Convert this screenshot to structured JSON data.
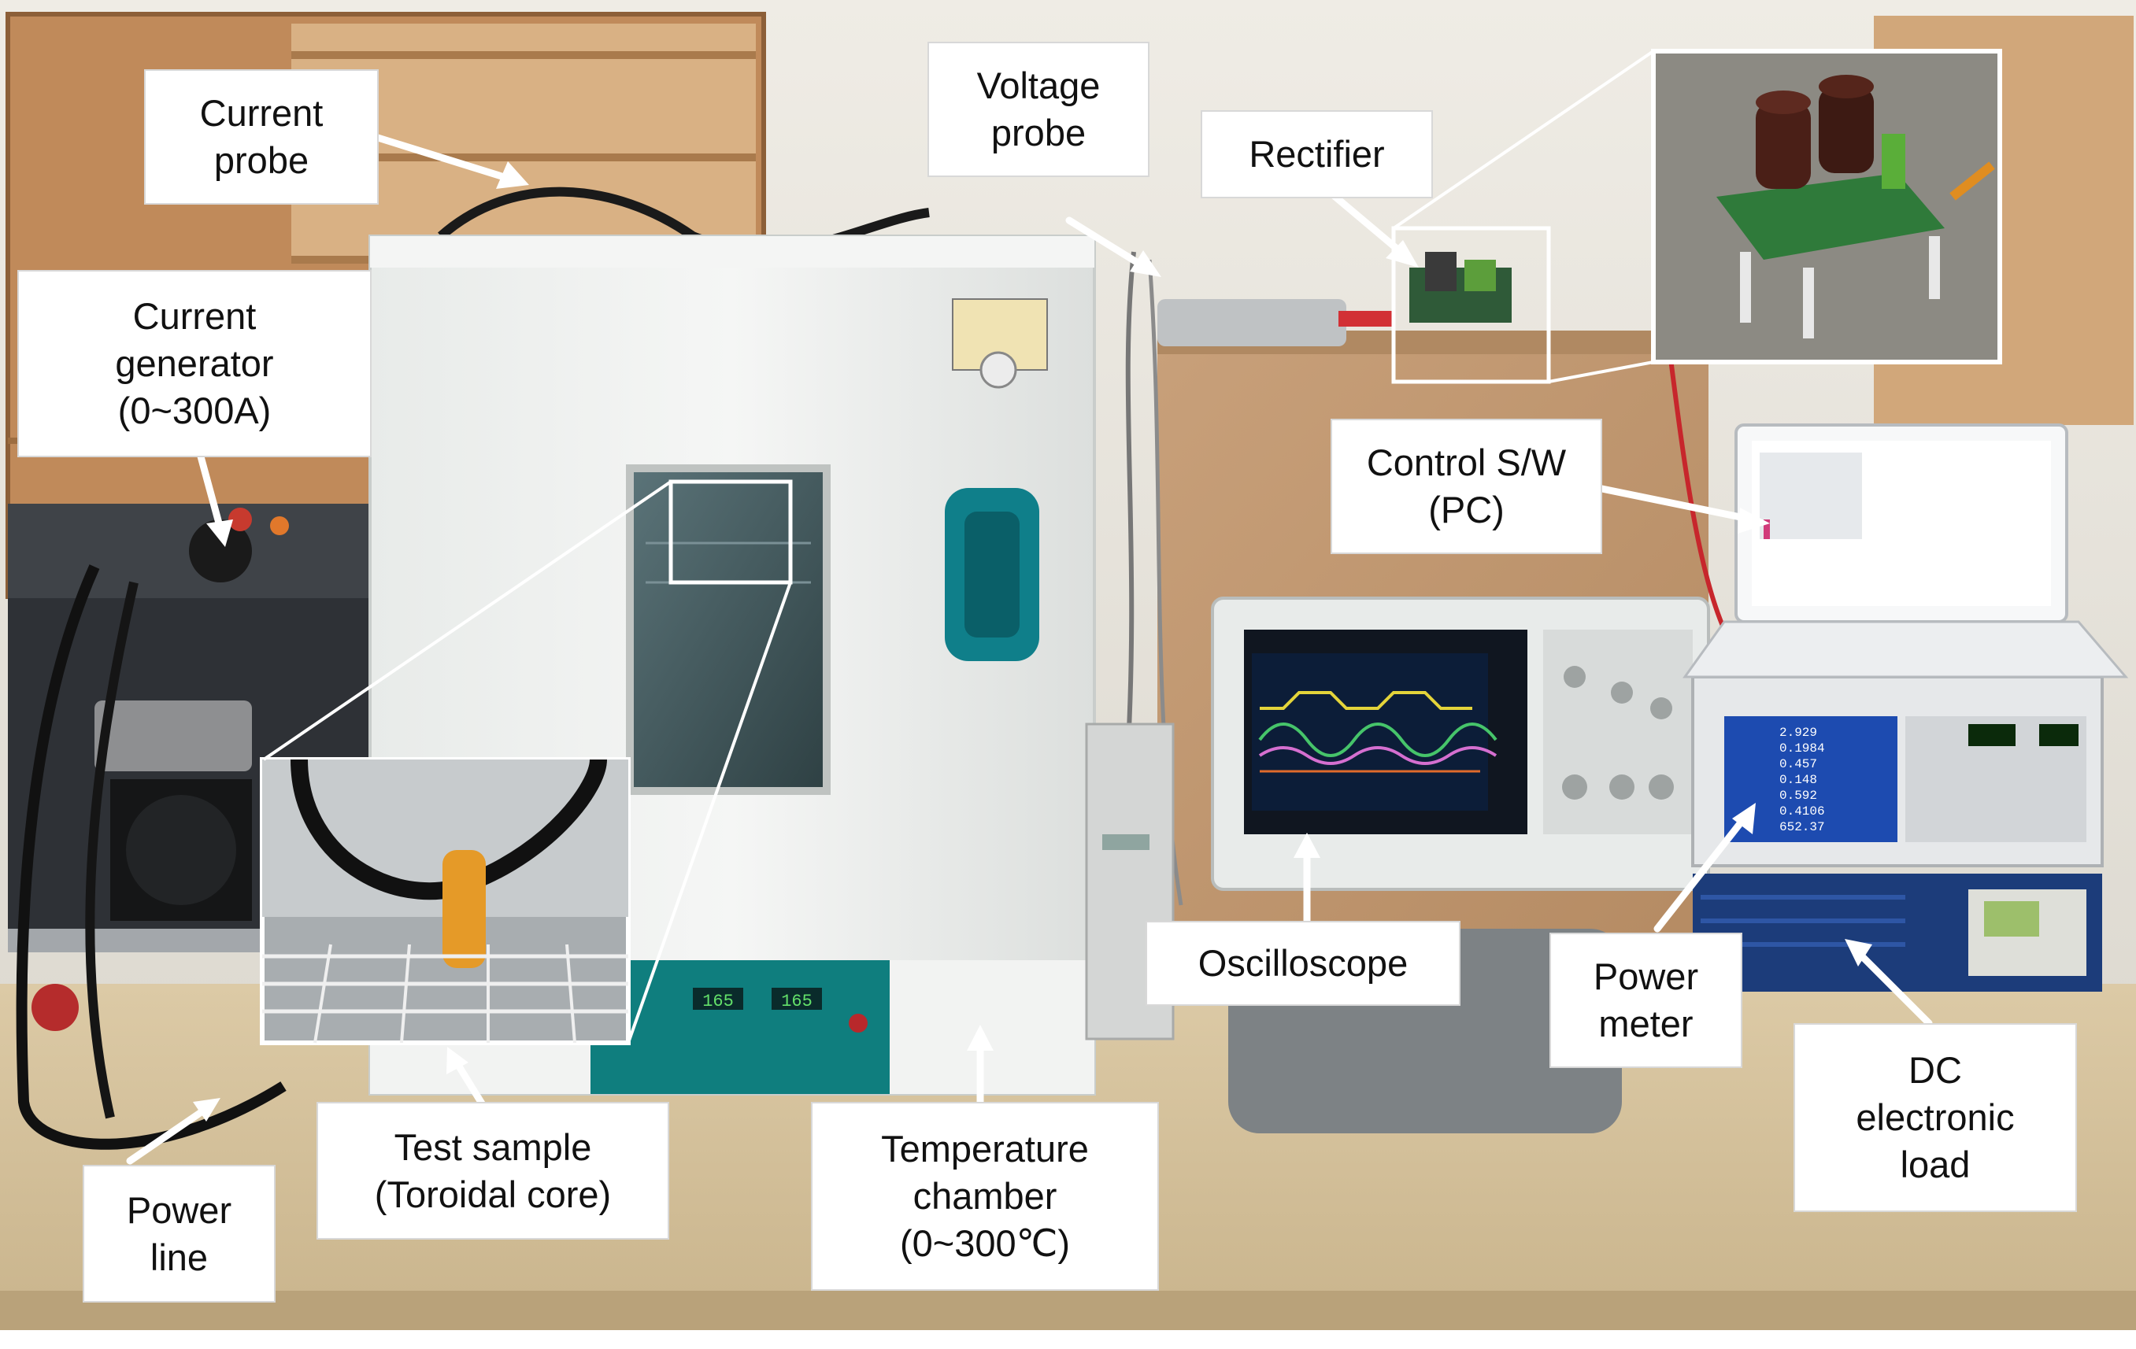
{
  "labels": {
    "current_probe": [
      "Current",
      "probe"
    ],
    "voltage_probe": [
      "Voltage",
      "probe"
    ],
    "rectifier": [
      "Rectifier"
    ],
    "current_generator": [
      "Current",
      "generator",
      "(0~300A)"
    ],
    "control_sw": [
      "Control S/W",
      "(PC)"
    ],
    "oscilloscope": [
      "Oscilloscope"
    ],
    "power_meter": [
      "Power",
      "meter"
    ],
    "dc_load": [
      "DC",
      "electronic",
      "load"
    ],
    "test_sample": [
      "Test sample",
      "(Toroidal core)"
    ],
    "temperature_chamber": [
      "Temperature",
      "chamber",
      "(0~300℃)"
    ],
    "power_line": [
      "Power",
      "line"
    ]
  },
  "displays": {
    "chamber_left": "165",
    "chamber_right": "165",
    "meter_values": [
      "2.929",
      "0.1984",
      "0.457",
      "0.148",
      "0.592",
      "0.4106",
      "652.37"
    ]
  }
}
